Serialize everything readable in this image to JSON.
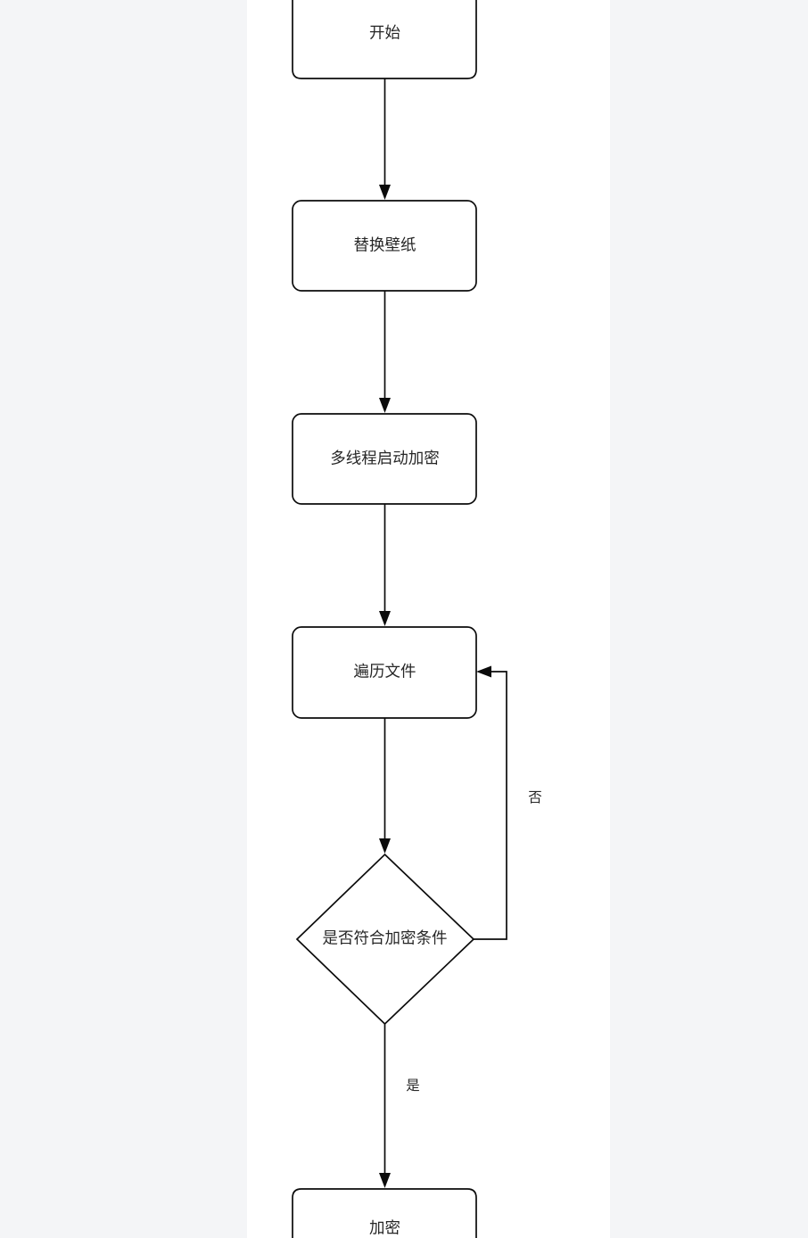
{
  "diagram": {
    "type": "flowchart",
    "direction": "top-to-bottom",
    "canvas": {
      "background_color": "#ffffff",
      "page_background_color": "#f4f5f7",
      "stroke_color": "#0b0b0b",
      "text_color": "#262626"
    },
    "nodes": [
      {
        "id": "start",
        "label": "开始",
        "shape": "rounded-rectangle",
        "clipped": "top"
      },
      {
        "id": "replace-wallpaper",
        "label": "替换壁纸",
        "shape": "rounded-rectangle"
      },
      {
        "id": "multithread-encrypt",
        "label": "多线程启动加密",
        "shape": "rounded-rectangle"
      },
      {
        "id": "traverse-files",
        "label": "遍历文件",
        "shape": "rounded-rectangle"
      },
      {
        "id": "meets-encrypt-condition",
        "label": "是否符合加密条件",
        "shape": "diamond"
      },
      {
        "id": "encrypt",
        "label": "加密",
        "shape": "rounded-rectangle",
        "clipped": "bottom"
      }
    ],
    "edges": [
      {
        "id": "e1",
        "from": "start",
        "to": "replace-wallpaper",
        "label": ""
      },
      {
        "id": "e2",
        "from": "replace-wallpaper",
        "to": "multithread-encrypt",
        "label": ""
      },
      {
        "id": "e3",
        "from": "multithread-encrypt",
        "to": "traverse-files",
        "label": ""
      },
      {
        "id": "e4",
        "from": "traverse-files",
        "to": "meets-encrypt-condition",
        "label": ""
      },
      {
        "id": "e5",
        "from": "meets-encrypt-condition",
        "to": "traverse-files",
        "label": "否"
      },
      {
        "id": "e6",
        "from": "meets-encrypt-condition",
        "to": "encrypt",
        "label": "是"
      }
    ]
  }
}
